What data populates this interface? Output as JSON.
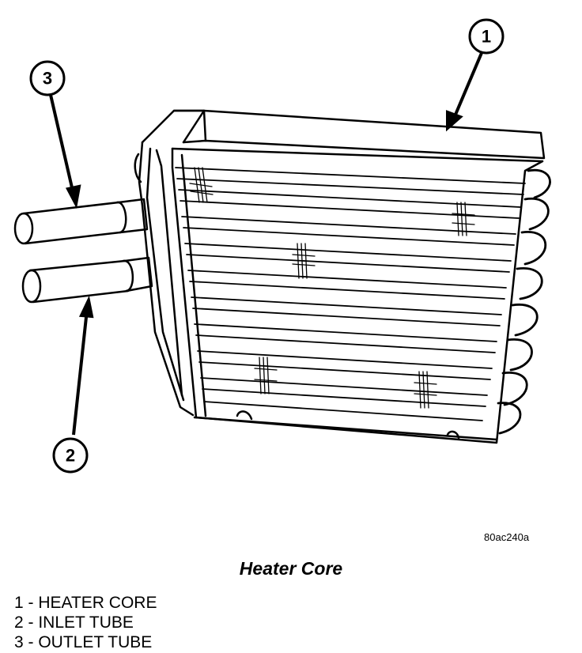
{
  "figure_id": "80ac240a",
  "caption": "Heater Core",
  "callouts": [
    {
      "number": "1"
    },
    {
      "number": "2"
    },
    {
      "number": "3"
    }
  ],
  "legend": [
    {
      "number": "1",
      "label": "1 - HEATER CORE"
    },
    {
      "number": "2",
      "label": "2 - INLET TUBE"
    },
    {
      "number": "3",
      "label": "3 - OUTLET TUBE"
    }
  ]
}
